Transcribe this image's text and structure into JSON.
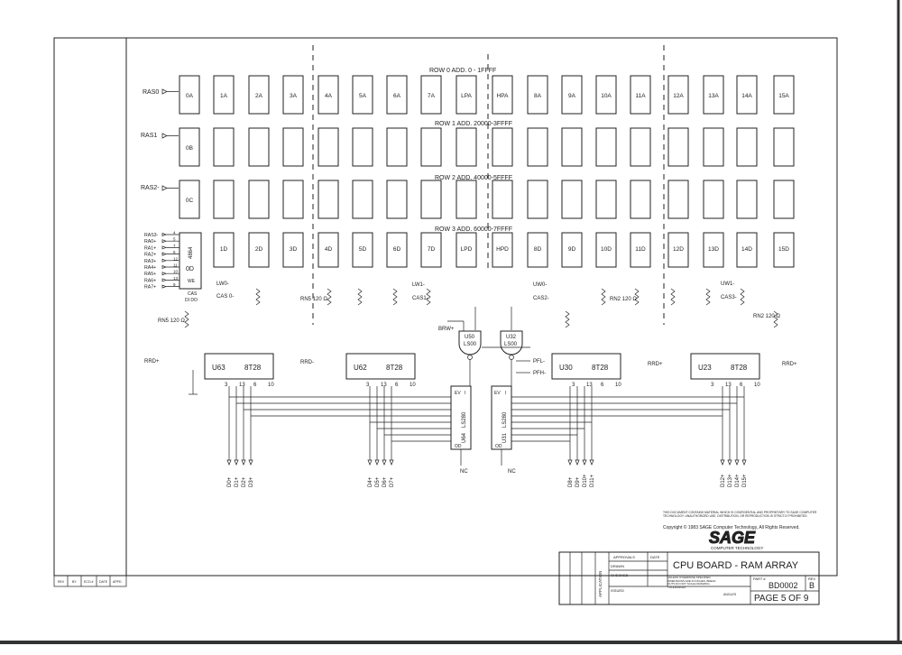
{
  "rows": [
    {
      "label": "ROW 0   ADD. 0 - 1FFFF",
      "ras": "RAS0",
      "chips": [
        "0A",
        "1A",
        "2A",
        "3A",
        "4A",
        "5A",
        "6A",
        "7A",
        "LPA",
        "HPA",
        "8A",
        "9A",
        "10A",
        "11A",
        "12A",
        "13A",
        "14A",
        "15A"
      ]
    },
    {
      "label": "ROW 1   ADD. 20000-3FFFF",
      "ras": "RAS1",
      "chips": [
        "0B",
        "",
        "",
        "",
        "",
        "",
        "",
        "",
        "",
        "",
        "",
        "",
        "",
        "",
        "",
        "",
        "",
        ""
      ]
    },
    {
      "label": "ROW 2   ADD. 40000-5FFFF",
      "ras": "RAS2-",
      "chips": [
        "0C",
        "",
        "",
        "",
        "",
        "",
        "",
        "",
        "",
        "",
        "",
        "",
        "",
        "",
        "",
        "",
        "",
        ""
      ]
    },
    {
      "label": "ROW 3   ADD. 60000-7FFFF",
      "ras": "",
      "chips": [
        "",
        "1D",
        "2D",
        "3D",
        "4D",
        "5D",
        "6D",
        "7D",
        "LPD",
        "HPD",
        "8D",
        "9D",
        "10D",
        "11D",
        "12D",
        "13D",
        "14D",
        "15D"
      ]
    }
  ],
  "row3_first_chip": {
    "part": "4864",
    "name": "0D",
    "we": "WE",
    "cas": "CAS",
    "di_do": "DI DO"
  },
  "row3_inputs": [
    "RAS3-",
    "RA0+",
    "RA1+",
    "RA2+",
    "RA3+",
    "RA4+",
    "RA5+",
    "RA6+",
    "RA7+"
  ],
  "row3_pins": [
    "4",
    "5",
    "7",
    "6",
    "12",
    "11",
    "10",
    "13",
    "9"
  ],
  "control_signals": {
    "lw0": "LW0-",
    "cas0": "CAS 0-",
    "lw1": "LW1-",
    "cas1": "CAS1-",
    "uw0": "UW0-",
    "cas2": "CAS2-",
    "uw1": "UW1-",
    "cas3": "CAS3-",
    "brw": "BRW+",
    "pfl": "PFL-",
    "pfh": "PFH-",
    "rrd_left": "RRD+",
    "rrd_mid": "RRD-",
    "rrd_r1": "RRD+",
    "rrd_r2": "RRD+"
  },
  "rn_labels": [
    "RN5 120 Ω",
    "RN5 120 Ω",
    "RN2 120 Ω",
    "RN2 120 Ω"
  ],
  "buffers": [
    {
      "name": "U63",
      "part": "8T28",
      "outputs": [
        "D0+",
        "D1+",
        "D2+",
        "D3+"
      ]
    },
    {
      "name": "U62",
      "part": "8T28",
      "outputs": [
        "D4+",
        "D5+",
        "D6+",
        "D7+"
      ]
    },
    {
      "name": "U30",
      "part": "8T28",
      "outputs": [
        "D8+",
        "D9+",
        "D10+",
        "D11+"
      ]
    },
    {
      "name": "U23",
      "part": "8T28",
      "outputs": [
        "D12+",
        "D13+",
        "D14+",
        "D15+"
      ]
    }
  ],
  "parity": [
    {
      "name": "U64",
      "part": "LS280",
      "ev": "EV",
      "od": "I",
      "oo": "OD",
      "nc": "NC"
    },
    {
      "name": "U31",
      "part": "LS280",
      "ev": "EV",
      "od": "I",
      "oo": "OD",
      "nc": "NC"
    }
  ],
  "gates": [
    {
      "name": "U50",
      "part": "LS00"
    },
    {
      "name": "U32",
      "part": "LS00"
    }
  ],
  "buffer_pins": [
    "3",
    "13",
    "6",
    "10"
  ],
  "notice": "THIS DOCUMENT CONTAINS MATERIAL WHICH IS CONFIDENTIAL AND PROPRIETARY TO SAGE COMPUTER TECHNOLOGY. UNAUTHORIZED USE, DISTRIBUTION, OR REPRODUCTION IS STRICTLY PROHIBITED.",
  "copyright": "Copyright © 1983 SAGE Computer Technology, All Rights Reserved.",
  "logo": {
    "name": "SAGE",
    "sub": "COMPUTER TECHNOLOGY"
  },
  "title_block": {
    "title": "CPU BOARD - RAM ARRAY",
    "part_label": "PART #",
    "rev_label": "REV",
    "part_no": "BD0002",
    "rev": "B",
    "page": "PAGE 5 OF 9",
    "approvals": "APPROVALS",
    "date": "DATE",
    "drawn": "DRAWN",
    "checked": "CHECKED",
    "issued": "ISSUED",
    "application": "APPLICATION",
    "notes": "UNLESS OTHERWISE SPECIFIED DIMENSIONS ARE IN INCHES. BREAK OUTS DO NOT SCALE DRAWING TOLERANCES",
    "angles": "ANGLES"
  },
  "rev_block": [
    "REV",
    "BY",
    "ECO #",
    "DATE",
    "APPD"
  ]
}
